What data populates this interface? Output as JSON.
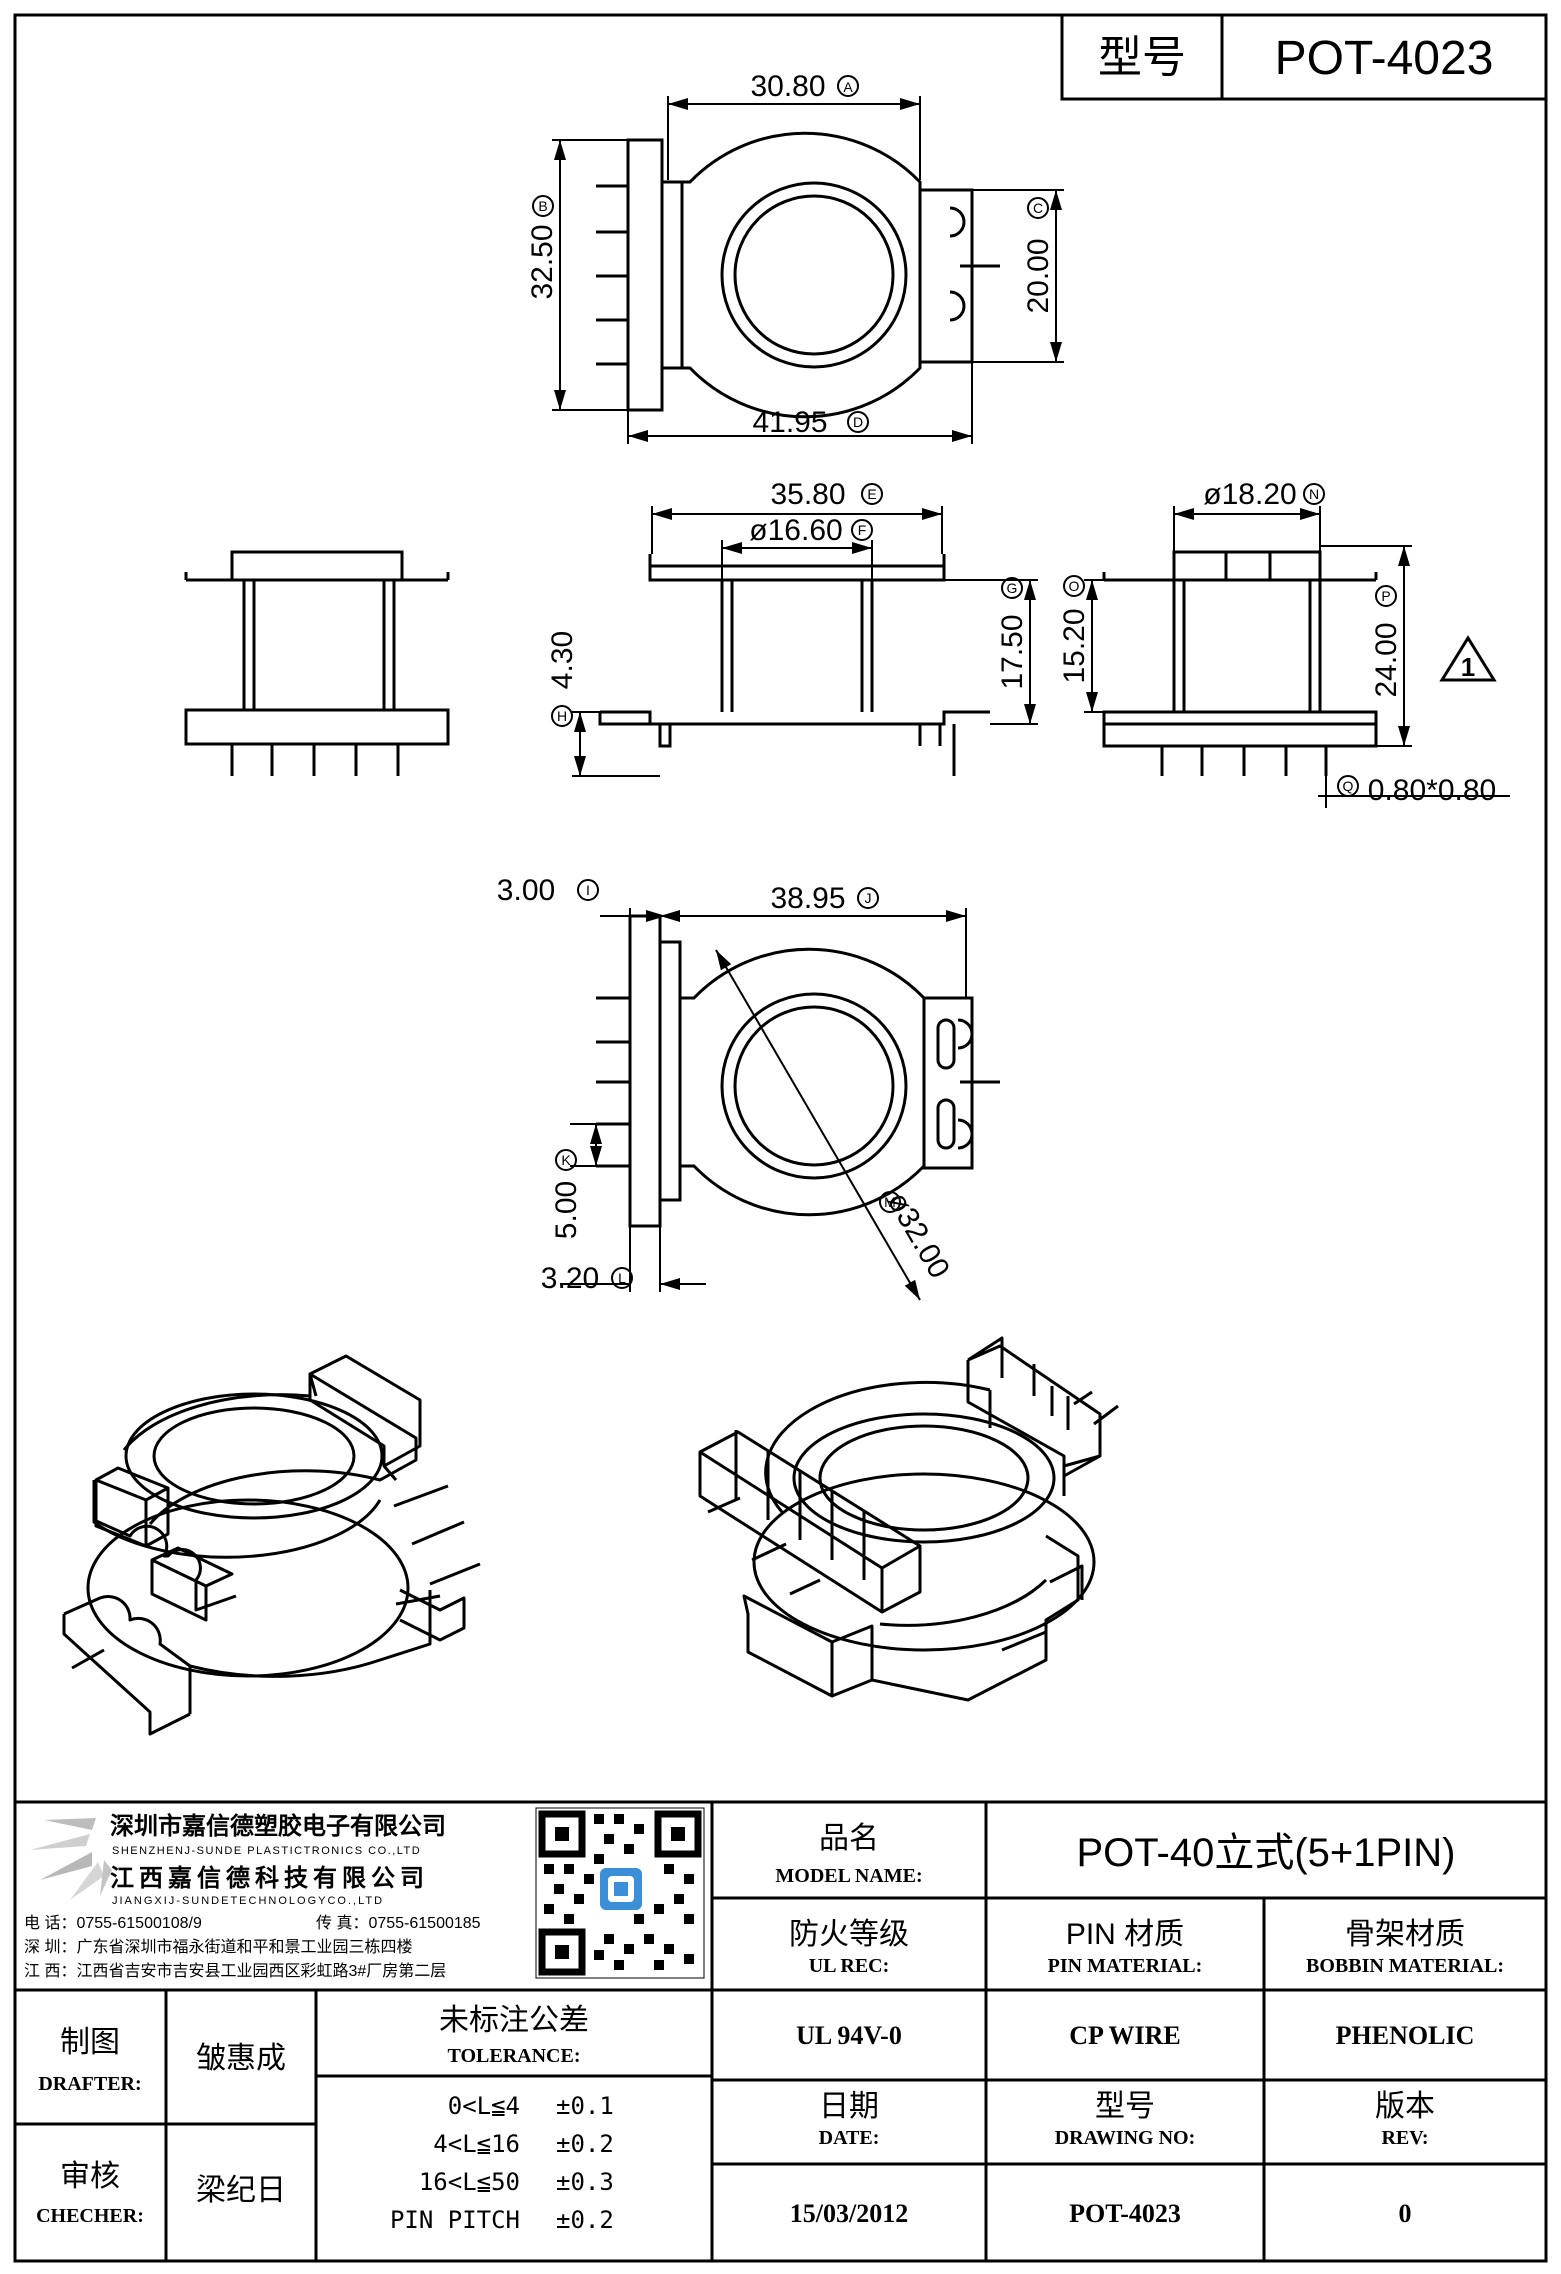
{
  "header": {
    "label": "型号",
    "value": "POT-4023"
  },
  "dimensions": {
    "A": {
      "value": "30.80",
      "tag": "A"
    },
    "B": {
      "value": "32.50",
      "tag": "B"
    },
    "C": {
      "value": "20.00",
      "tag": "C"
    },
    "D": {
      "value": "41.95",
      "tag": "D"
    },
    "E": {
      "value": "35.80",
      "tag": "E"
    },
    "F": {
      "value": "ø16.60",
      "tag": "F"
    },
    "G": {
      "value": "17.50",
      "tag": "G"
    },
    "H": {
      "value": "4.30",
      "tag": "H"
    },
    "N": {
      "value": "ø18.20",
      "tag": "N"
    },
    "O": {
      "value": "15.20",
      "tag": "O"
    },
    "P": {
      "value": "24.00",
      "tag": "P"
    },
    "Q": {
      "value": "0.80*0.80",
      "tag": "Q"
    },
    "I": {
      "value": "3.00",
      "tag": "I"
    },
    "J": {
      "value": "38.95",
      "tag": "J"
    },
    "K": {
      "value": "5.00",
      "tag": "K"
    },
    "L": {
      "value": "3.20",
      "tag": "L"
    },
    "M": {
      "value": "ø32.00",
      "tag": "M"
    }
  },
  "warning_symbol": "1",
  "company": {
    "name_cn": "深圳市嘉信德塑胶电子有限公司",
    "name_en": "SHENZHENJ-SUNDE PLASTICTRONICS CO.,LTD",
    "name2_cn": "江西嘉信德科技有限公司",
    "name2_en": "JIANGXIJ-SUNDETECHNOLOGYCO.,LTD",
    "phone": "电 话：0755-61500108/9",
    "fax": "传 真：0755-61500185",
    "addr_sz": "深 圳：广东省深圳市福永街道和平和景工业园三栋四楼",
    "addr_jx": "江 西：江西省吉安市吉安县工业园西区彩虹路3#厂房第二层"
  },
  "titleblock": {
    "model_name_label_cn": "品名",
    "model_name_label_en": "MODEL NAME:",
    "model_name_value": "POT-40立式(5+1PIN)",
    "ul_label_cn": "防火等级",
    "ul_label_en": "UL REC:",
    "pin_label_cn": "PIN 材质",
    "pin_label_en": "PIN MATERIAL:",
    "bobbin_label_cn": "骨架材质",
    "bobbin_label_en": "BOBBIN MATERIAL:",
    "ul_value": "UL 94V-0",
    "pin_value": "CP WIRE",
    "bobbin_value": "PHENOLIC",
    "drafter_label_cn": "制图",
    "drafter_label_en": "DRAFTER:",
    "drafter_name": "皱惠成",
    "checker_label_cn": "审核",
    "checker_label_en": "CHECHER:",
    "checker_name": "梁纪日",
    "tolerance_label_cn": "未标注公差",
    "tolerance_label_en": "TOLERANCE:",
    "tolerances": [
      {
        "range": "0<L≦4",
        "value": "±0.1"
      },
      {
        "range": "4<L≦16",
        "value": "±0.2"
      },
      {
        "range": "16<L≦50",
        "value": "±0.3"
      },
      {
        "range": "PIN PITCH",
        "value": "±0.2"
      }
    ],
    "date_label_cn": "日期",
    "date_label_en": "DATE:",
    "drawing_label_cn": "型号",
    "drawing_label_en": "DRAWING NO:",
    "rev_label_cn": "版本",
    "rev_label_en": "REV:",
    "date_value": "15/03/2012",
    "drawing_value": "POT-4023",
    "rev_value": "0"
  }
}
